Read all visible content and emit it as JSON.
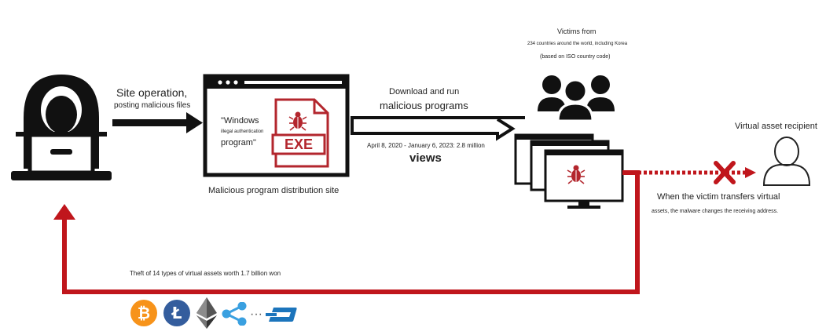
{
  "site_operation": {
    "line1": "Site operation,",
    "line2": "posting malicious files"
  },
  "distribution_site": {
    "caption": "Malicious program distribution site",
    "quote_line1": "\"Windows",
    "quote_line2": "illegal authentication",
    "quote_line3": "program\"",
    "exe_label": "EXE"
  },
  "download": {
    "line1": "Download and run",
    "line2": "malicious programs",
    "date_range": "April 8, 2020 - January 6, 2023: 2.8 million",
    "views": "views"
  },
  "victims": {
    "line1": "Victims from",
    "line2": "234 countries around the world, including Korea",
    "line3": "(based on ISO country code)"
  },
  "recipient": {
    "label": "Virtual asset recipient"
  },
  "transfer_note": {
    "line1": "When the victim transfers virtual",
    "line2": "assets, the malware changes the receiving address."
  },
  "theft": {
    "label": "Theft of 14 types of virtual assets worth 1.7 billion won"
  },
  "coins": {
    "bitcoin_symbol": "₿",
    "litecoin_symbol": "Ł",
    "ellipsis": "···"
  },
  "colors": {
    "arrow_red": "#c0161c",
    "ink": "#111111",
    "bitcoin": "#f7931a",
    "litecoin": "#345d9d",
    "ripple": "#3aa0e0",
    "dash": "#1c75bc"
  }
}
